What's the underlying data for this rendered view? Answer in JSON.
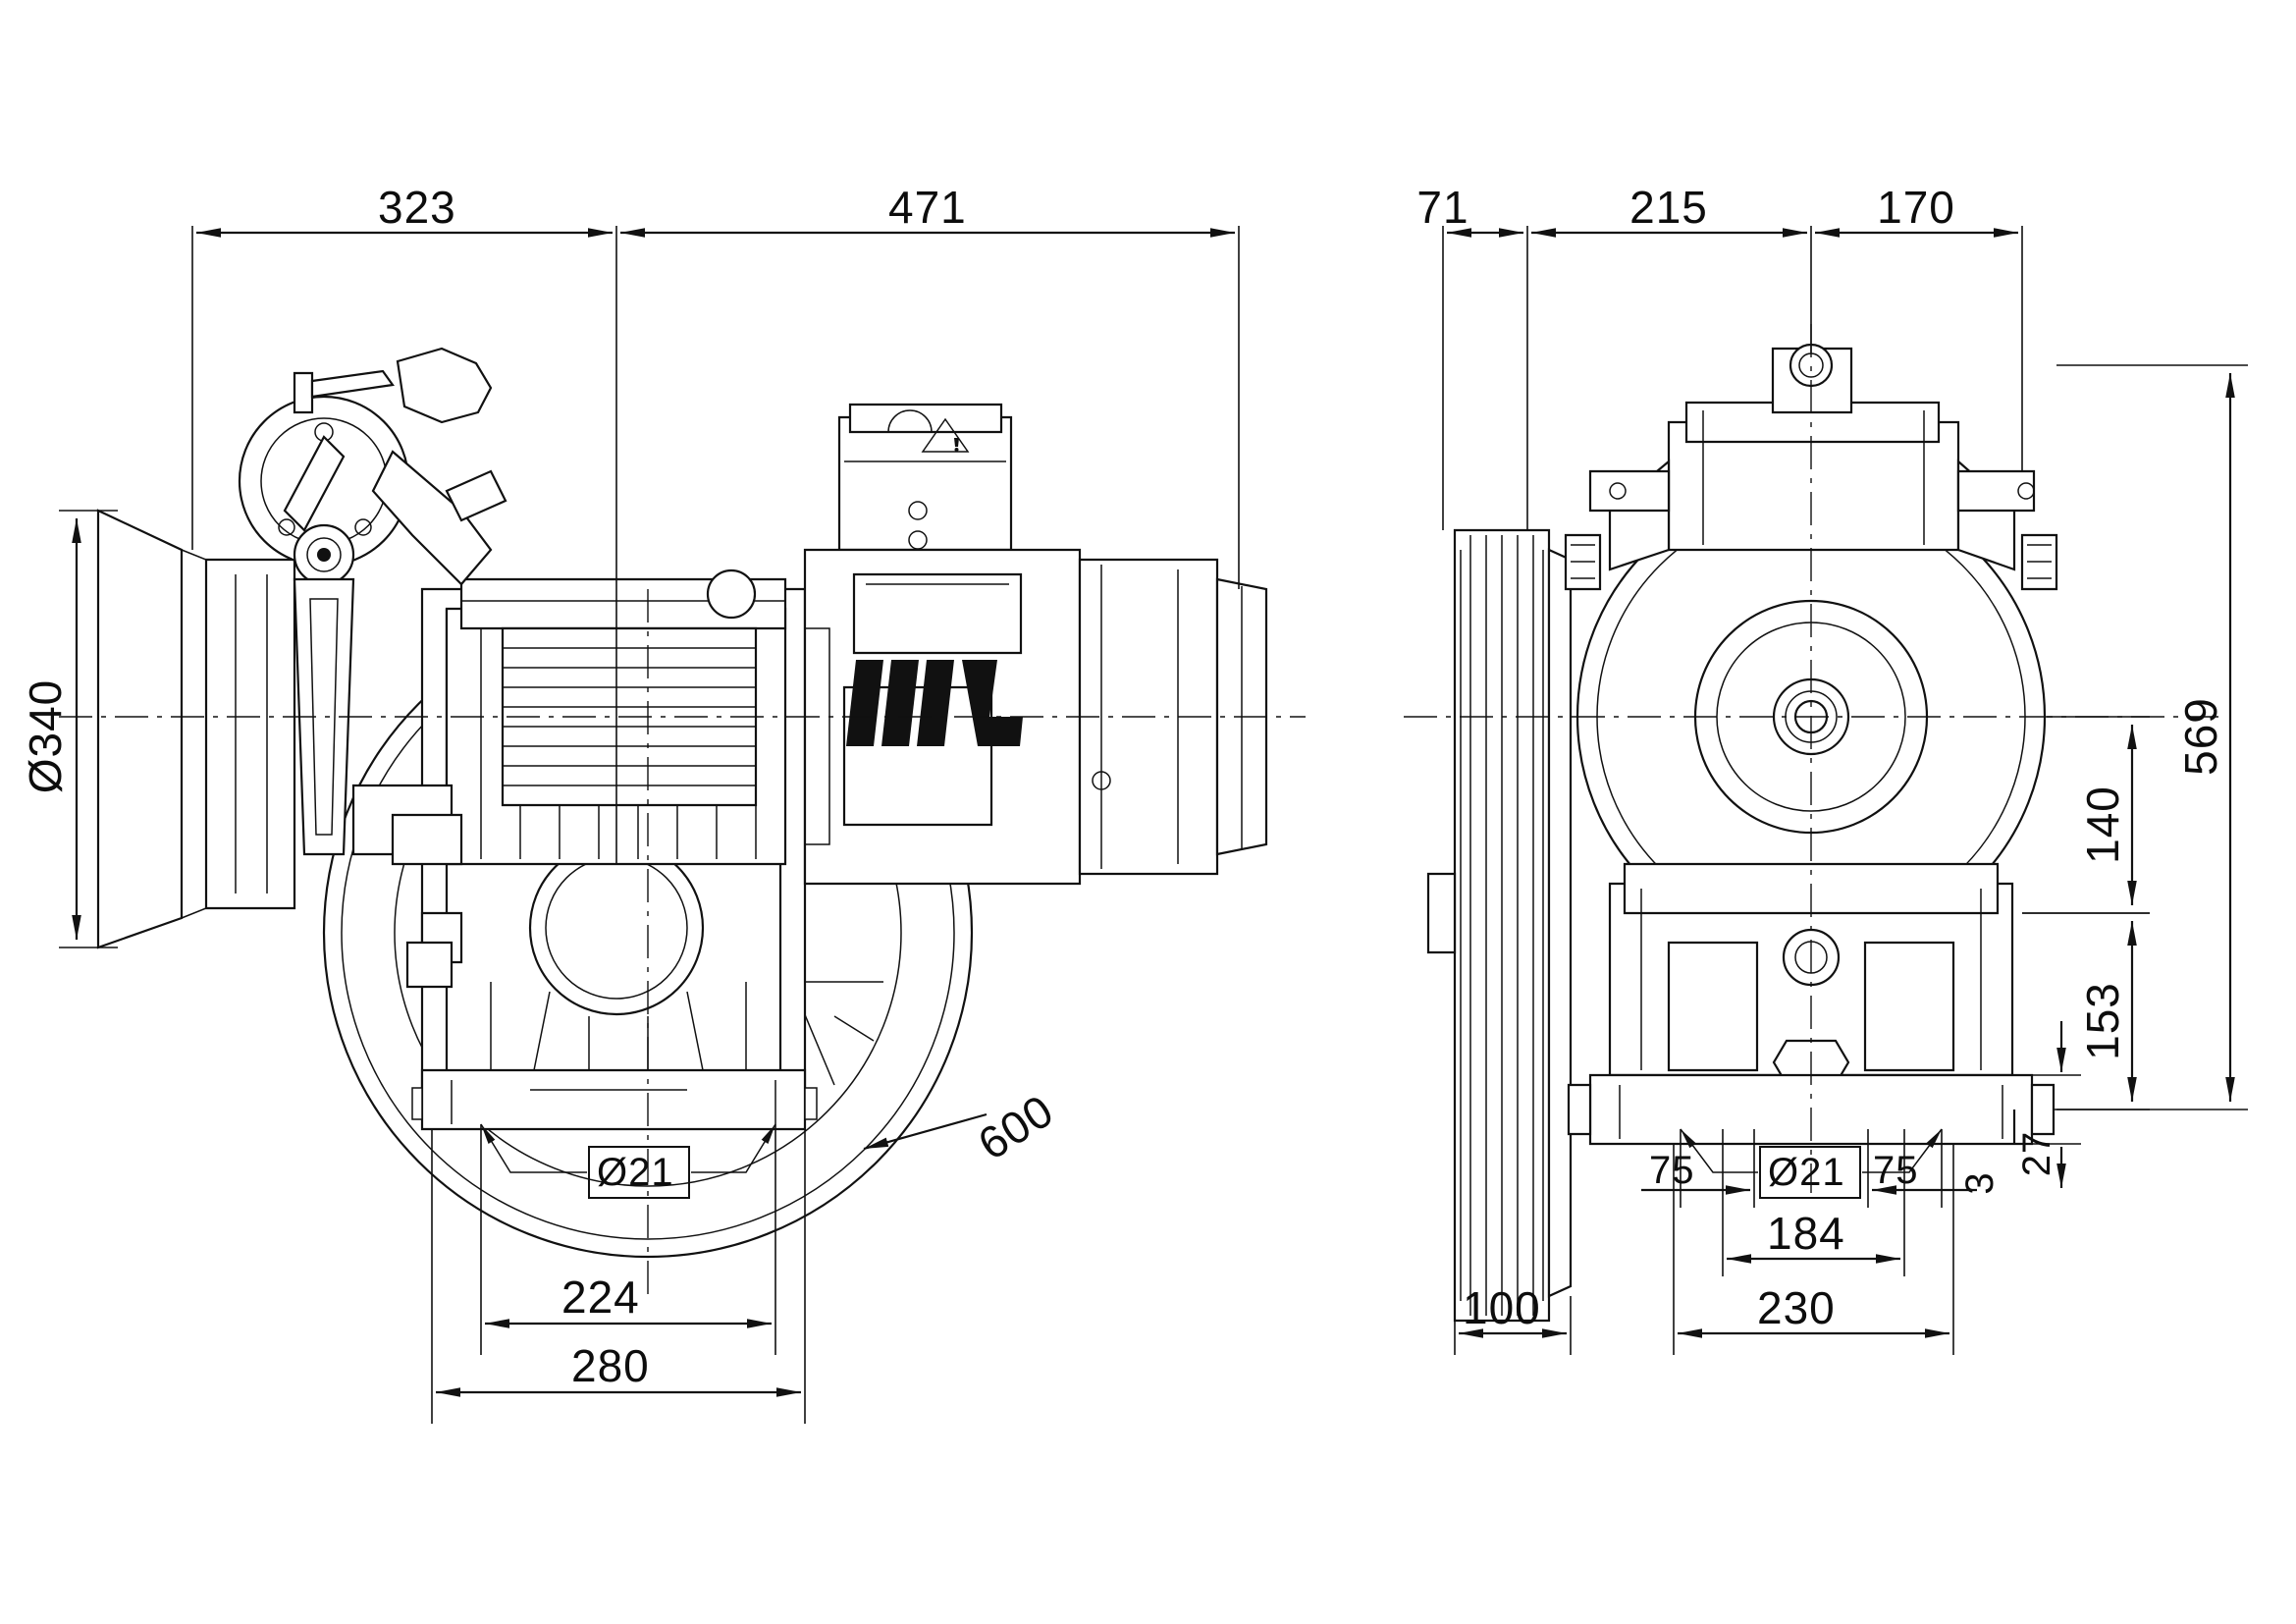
{
  "drawing": {
    "title": "Piston compressor unit — technical dimension drawing",
    "views": [
      {
        "name": "side-view",
        "label": ""
      },
      {
        "name": "front-view",
        "label": ""
      }
    ],
    "units": "mm"
  },
  "dimensions": {
    "side_view": {
      "top_left": "323",
      "top_right": "471",
      "diameter_left": "Ø340",
      "flywheel": "600",
      "hole": "Ø21",
      "bottom_inner": "224",
      "bottom_outer": "280"
    },
    "front_view": {
      "top_1": "71",
      "top_2": "215",
      "top_3": "170",
      "right_outer": "569",
      "right_mid": "140",
      "right_low": "153",
      "right_small_1": "27",
      "right_small_2": "3",
      "foot_left": "75",
      "foot_right": "75",
      "hole": "Ø21",
      "bottom_inner": "184",
      "bottom_outer": "230",
      "pulley_width": "100"
    }
  },
  "logo": {
    "name": "manufacturer-logo",
    "text": "IIIL"
  },
  "colors": {
    "line": "#111111",
    "background": "#ffffff"
  }
}
